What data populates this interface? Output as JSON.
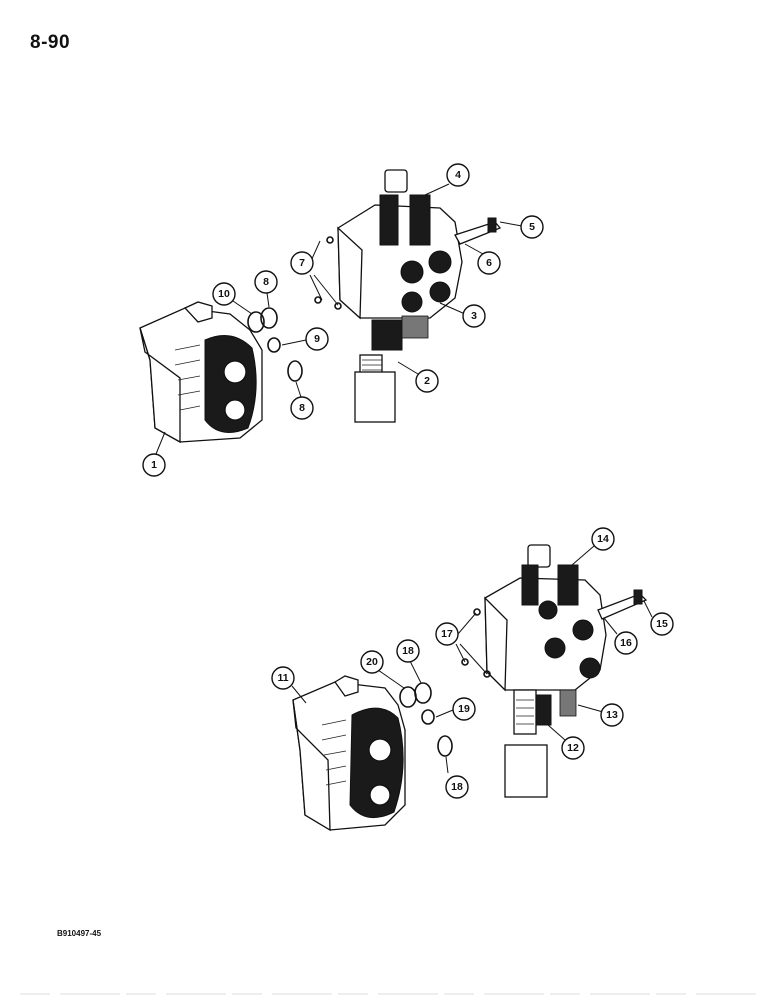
{
  "page": {
    "page_number": "8-90",
    "figure_code": "B910497-45"
  },
  "callouts": [
    {
      "id": "c1",
      "label": "1"
    },
    {
      "id": "c2",
      "label": "2"
    },
    {
      "id": "c3",
      "label": "3"
    },
    {
      "id": "c4",
      "label": "4"
    },
    {
      "id": "c5",
      "label": "5"
    },
    {
      "id": "c6",
      "label": "6"
    },
    {
      "id": "c7",
      "label": "7"
    },
    {
      "id": "c8a",
      "label": "8"
    },
    {
      "id": "c8b",
      "label": "8"
    },
    {
      "id": "c9",
      "label": "9"
    },
    {
      "id": "c10",
      "label": "10"
    },
    {
      "id": "c11",
      "label": "11"
    },
    {
      "id": "c12",
      "label": "12"
    },
    {
      "id": "c13",
      "label": "13"
    },
    {
      "id": "c14",
      "label": "14"
    },
    {
      "id": "c15",
      "label": "15"
    },
    {
      "id": "c16",
      "label": "16"
    },
    {
      "id": "c17",
      "label": "17"
    },
    {
      "id": "c18a",
      "label": "18"
    },
    {
      "id": "c18b",
      "label": "18"
    },
    {
      "id": "c19",
      "label": "19"
    },
    {
      "id": "c20",
      "label": "20"
    }
  ]
}
